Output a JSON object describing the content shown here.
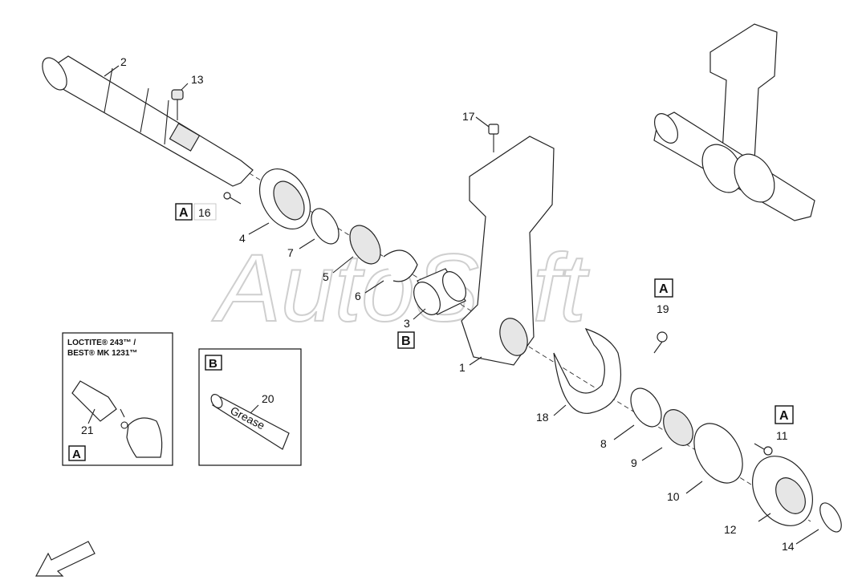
{
  "callouts": {
    "c1": "1",
    "c2": "2",
    "c3": "3",
    "c4": "4",
    "c5": "5",
    "c6": "6",
    "c7": "7",
    "c8": "8",
    "c9": "9",
    "c10": "10",
    "c11": "11",
    "c12": "12",
    "c13": "13",
    "c14": "14",
    "c16": "16",
    "c17": "17",
    "c18": "18",
    "c19": "19",
    "c20": "20",
    "c21": "21"
  },
  "tags": {
    "A": "A",
    "B": "B"
  },
  "loctite_panel": {
    "line1": "LOCTITE® 243™ /",
    "line2": "BEST® MK 1231™"
  },
  "grease_panel": {
    "label": "Grease"
  },
  "watermark": "AutoSoft"
}
